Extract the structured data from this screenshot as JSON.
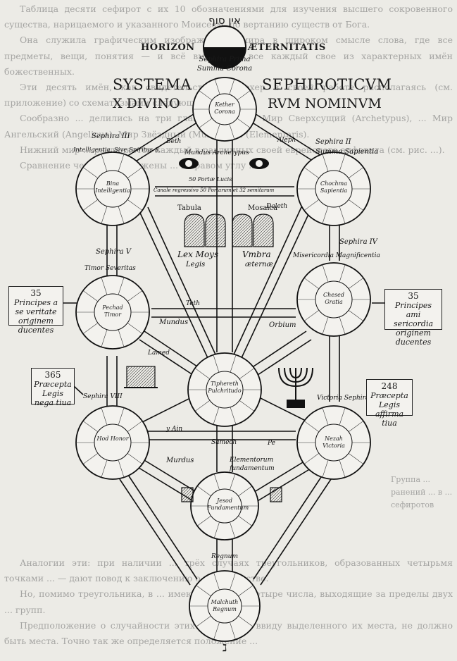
{
  "background_text": {
    "top_paragraphs": [
      "Таблица десяти сефирот с их 10 обозначениями для изучения высшего сокровенного существа, нарицаемого и указанного Моисеем, по вертанию существ от Бога.",
      "Она служила графическим изображением мира в широком смысле слова, где все предметы, вещи, понятия — и всё вместе, и все каждый свое из характерных имён божественных.",
      "Эти десять имён, как свидетельствует Кирхер в своей работе располагаясь (см. приложение) со схематизмами следующим образом:",
      "Сообразно ... делились на три главных отдела: Мир Сверхсущий (Archetypus), ... Мир Ангельский (Angelicus), Мир Звёздный (Mundus) ... (Elementaris).",
      "Нижний мир ... разделяется каждый в различных своей еврейского алфавита (см. рис. ...).",
      "Сравнение черт ... изображены ... в правом углу ..."
    ],
    "bottom_paragraphs": [
      "Аналогии эти: при наличии ... трёх случаях треугольников, образованных четырьмя точками ... — дают повод к заключению о их тождестве.",
      "Но, помимо треугольника, в ... имеются налицо четыре числа, выходящие за пределы двух ... групп.",
      "Предположение о случайности этих последних, ввиду выделенного их места, не должно быть места. Точно так же определяется положение ..."
    ],
    "side_fragment": "Группа ... ранений ... в ... сефиротов"
  },
  "diagram": {
    "hebrew_top": "אין סוף",
    "horizon_left": "HORIZON",
    "horizon_right": "ÆTERNITATIS",
    "sephira_prima": "Sephira Prima",
    "summa_corona": "Summa Corona",
    "title_left_1": "SYSTEMA",
    "title_right_1": "SEPHIROTICVM",
    "title_left_2": "X DIVINO",
    "title_right_2": "RVM NOMINVM",
    "sephira_ii": "Sephira II",
    "summa_sapientia": "Summa Sapientia",
    "sephira_iii": "Sephira III",
    "intelligentia": "Intelligentia. Sive Spiritus S.",
    "sephira_iv": "Sephira IV",
    "misericordia": "Misericordia Magnificentia",
    "sephira_v": "Sephira V",
    "timor": "Timor Severitas",
    "sephira_viii": "Sephira VIII",
    "victoria": "Victoria Sephira VII",
    "mundus_archetypus": "Mundus Archetypus",
    "porta_lucis": "50 Portæ Lucis",
    "canale": "Canale regressivo 50 Portarum et 32 semitarum",
    "tabula": "Tabula",
    "mosaica": "Mosaica",
    "lex_moysis": "Lex Moys",
    "legis": "Legis",
    "umbra": "Vmbra",
    "aeternae": "æternæ",
    "mundus": "Mundus",
    "orbium": "Orbium",
    "murdus": "Murdus",
    "elementorum": "Elementorum",
    "fundamentum": "fundamentum",
    "regnum": "Regnum",
    "samech": "Samech",
    "pe": "Pe",
    "ain": "y Ain",
    "dalet": "Daleth",
    "aleph": "Aleph",
    "beth": "Beth",
    "teth": "Teth",
    "lamed": "Lamed",
    "box_left_1_num": "35",
    "box_left_1": "Principes a se veritate originem ducentes",
    "box_right_1_num": "35",
    "box_right_1": "Principes ami sericordia originem ducentes",
    "box_left_2_num": "365",
    "box_left_2": "Præcepta Legis nega tiua",
    "box_right_2_num": "248",
    "box_right_2": "Præcepta Legis affirma tiua",
    "circle_names": {
      "kether": "Kether Corona",
      "chochma": "Chochma Sapientia",
      "bina": "Bina Intelligentia",
      "chesed": "Chesed Gratia",
      "pechad": "Pechad Timor",
      "tiphereth": "Tiphereth Pulchritudo",
      "hod": "Hod Honor",
      "nezah": "Nezah Victoria",
      "jesod": "Jesod Fundamentum",
      "malchuth": "Malchuth Regnum"
    },
    "bottom_glyph": "ℷ"
  }
}
